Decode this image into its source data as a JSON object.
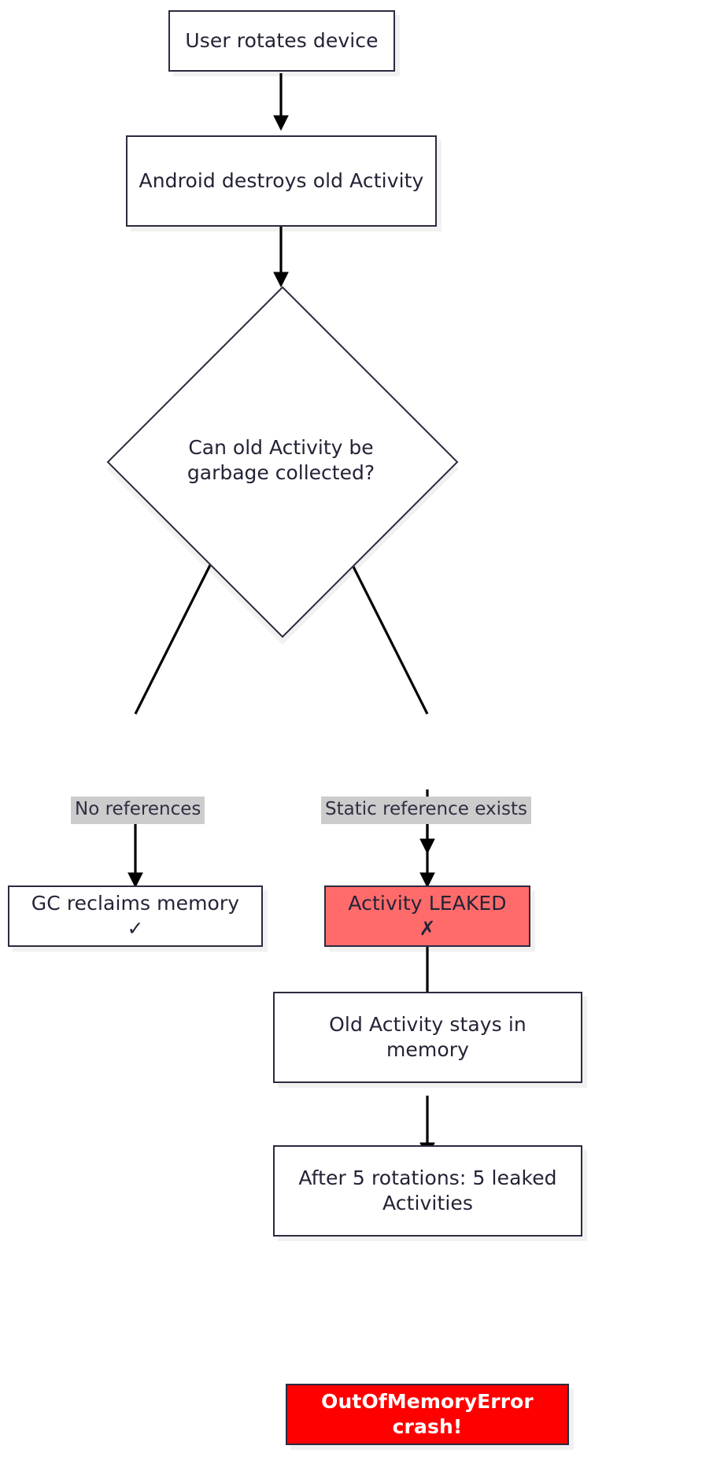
{
  "diagram": {
    "type": "flowchart",
    "title": "Android Activity rotation memory-leak flowchart",
    "palette": {
      "node_border": "#2b2b40",
      "node_fill": "#ffffff",
      "text": "#232336",
      "edge_label_bg": "#cccccc",
      "leak_fill": "#ff6b6b",
      "crash_fill": "#ff0000",
      "crash_text": "#ffffff",
      "arrow": "#000000"
    },
    "nodes": [
      {
        "id": "start",
        "label": "User rotates device"
      },
      {
        "id": "destroy",
        "label": "Android destroys old Activity"
      },
      {
        "id": "decide",
        "label": "Can old Activity be garbage collected?",
        "shape": "diamond"
      },
      {
        "id": "gc",
        "label": "GC reclaims memory ✓"
      },
      {
        "id": "leaked",
        "label": "Activity LEAKED ✗",
        "style": "leak"
      },
      {
        "id": "stays",
        "label": "Old Activity stays in memory"
      },
      {
        "id": "after5",
        "label": "After 5 rotations: 5 leaked Activities"
      },
      {
        "id": "oom",
        "label": "OutOfMemoryError crash!",
        "style": "crash"
      }
    ],
    "edges": [
      {
        "from": "start",
        "to": "destroy",
        "label": ""
      },
      {
        "from": "destroy",
        "to": "decide",
        "label": ""
      },
      {
        "from": "decide",
        "to": "gc",
        "label": "No references"
      },
      {
        "from": "decide",
        "to": "leaked",
        "label": "Static reference exists"
      },
      {
        "from": "leaked",
        "to": "stays",
        "label": ""
      },
      {
        "from": "stays",
        "to": "after5",
        "label": ""
      },
      {
        "from": "after5",
        "to": "oom",
        "label": ""
      }
    ]
  }
}
